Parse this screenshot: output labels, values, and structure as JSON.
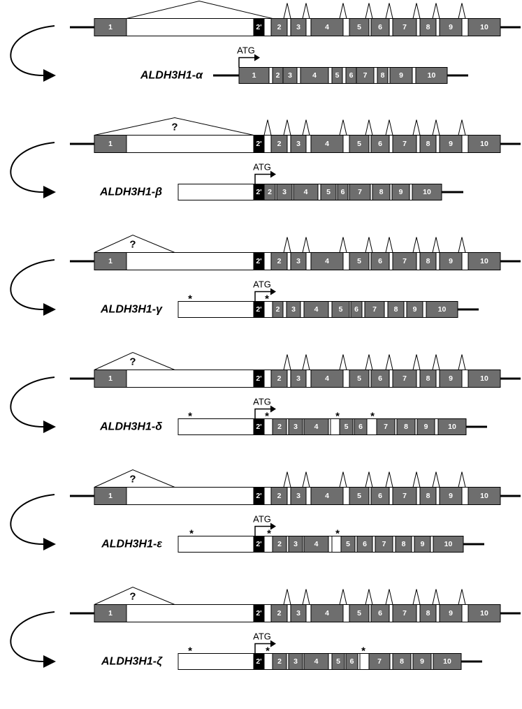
{
  "colors": {
    "exon_fill": "#6e6e6e",
    "exon2p_fill": "#000000",
    "intron_gap_fill": "#ffffff",
    "line": "#000000",
    "text_on_exon": "#ffffff"
  },
  "panels": [
    {
      "isoform": "ALDH3H1-α",
      "genomic": {
        "exon1": "1",
        "exon2p": "2'",
        "exons": [
          "2",
          "3",
          "4",
          "5",
          "6",
          "7",
          "8",
          "9",
          "10"
        ],
        "unknown_splice_label": ""
      },
      "transcript": {
        "start_codon": "ATG",
        "exons": [
          "1",
          "2",
          "3",
          "4",
          "5",
          "6",
          "7",
          "8",
          "9",
          "10"
        ],
        "stars": []
      }
    },
    {
      "isoform": "ALDH3H1-β",
      "genomic": {
        "exon1": "1",
        "exon2p": "2'",
        "exons": [
          "2",
          "3",
          "4",
          "5",
          "6",
          "7",
          "8",
          "9",
          "10"
        ],
        "unknown_splice_label": "?"
      },
      "transcript": {
        "start_codon": "ATG",
        "exon2p": "2'",
        "exons": [
          "2",
          "3",
          "4",
          "5",
          "6",
          "7",
          "8",
          "9",
          "10"
        ],
        "stars": []
      }
    },
    {
      "isoform": "ALDH3H1-γ",
      "genomic": {
        "exon1": "1",
        "exon2p": "2'",
        "exons": [
          "2",
          "3",
          "4",
          "5",
          "6",
          "7",
          "8",
          "9",
          "10"
        ],
        "unknown_splice_label": "?"
      },
      "transcript": {
        "start_codon": "ATG",
        "exon2p": "2'",
        "exons": [
          "2",
          "3",
          "4",
          "5",
          "6",
          "7",
          "8",
          "9",
          "10"
        ],
        "stars": [
          "*",
          "*"
        ]
      }
    },
    {
      "isoform": "ALDH3H1-δ",
      "genomic": {
        "exon1": "1",
        "exon2p": "2'",
        "exons": [
          "2",
          "3",
          "4",
          "5",
          "6",
          "7",
          "8",
          "9",
          "10"
        ],
        "unknown_splice_label": "?"
      },
      "transcript": {
        "start_codon": "ATG",
        "exon2p": "2'",
        "exons": [
          "2",
          "3",
          "4",
          "5",
          "6",
          "7",
          "8",
          "9",
          "10"
        ],
        "stars": [
          "*",
          "*",
          "*",
          "*"
        ]
      }
    },
    {
      "isoform": "ALDH3H1-ε",
      "genomic": {
        "exon1": "1",
        "exon2p": "2'",
        "exons": [
          "2",
          "3",
          "4",
          "5",
          "6",
          "7",
          "8",
          "9",
          "10"
        ],
        "unknown_splice_label": "?"
      },
      "transcript": {
        "start_codon": "ATG",
        "exon2p": "2'",
        "exons": [
          "2",
          "3",
          "4",
          "5",
          "6",
          "7",
          "8",
          "9",
          "10"
        ],
        "stars": [
          "*",
          "*",
          "*"
        ]
      }
    },
    {
      "isoform": "ALDH3H1-ζ",
      "genomic": {
        "exon1": "1",
        "exon2p": "2'",
        "exons": [
          "2",
          "3",
          "4",
          "5",
          "6",
          "7",
          "8",
          "9",
          "10"
        ],
        "unknown_splice_label": "?"
      },
      "transcript": {
        "start_codon": "ATG",
        "exon2p": "2'",
        "exons": [
          "2",
          "3",
          "4",
          "5",
          "6",
          "7",
          "8",
          "9",
          "10"
        ],
        "stars": [
          "*",
          "*",
          "*"
        ]
      }
    }
  ]
}
